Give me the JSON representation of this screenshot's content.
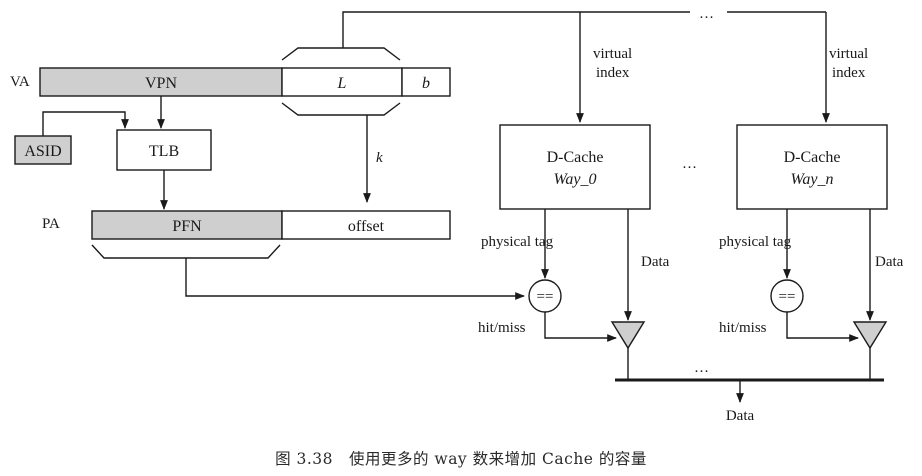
{
  "labels": {
    "va": "VA",
    "vpn": "VPN",
    "l": "L",
    "b": "b",
    "asid": "ASID",
    "tlb": "TLB",
    "k": "k",
    "pa": "PA",
    "pfn": "PFN",
    "offset": "offset",
    "virtual_index_line1": "virtual",
    "virtual_index_line2": "index",
    "dcache_line1": "D-Cache",
    "way0_line2": "Way_0",
    "wayn_line2": "Way_n",
    "physical_tag": "physical tag",
    "data": "Data",
    "comparator": "==",
    "hit_miss": "hit/miss",
    "ellipsis": "…",
    "output_data": "Data"
  },
  "caption": "图 3.38　使用更多的 way 数来增加 Cache 的容量",
  "colors": {
    "shaded_fill": "#cfcfcf",
    "line": "#1a1a1a"
  }
}
